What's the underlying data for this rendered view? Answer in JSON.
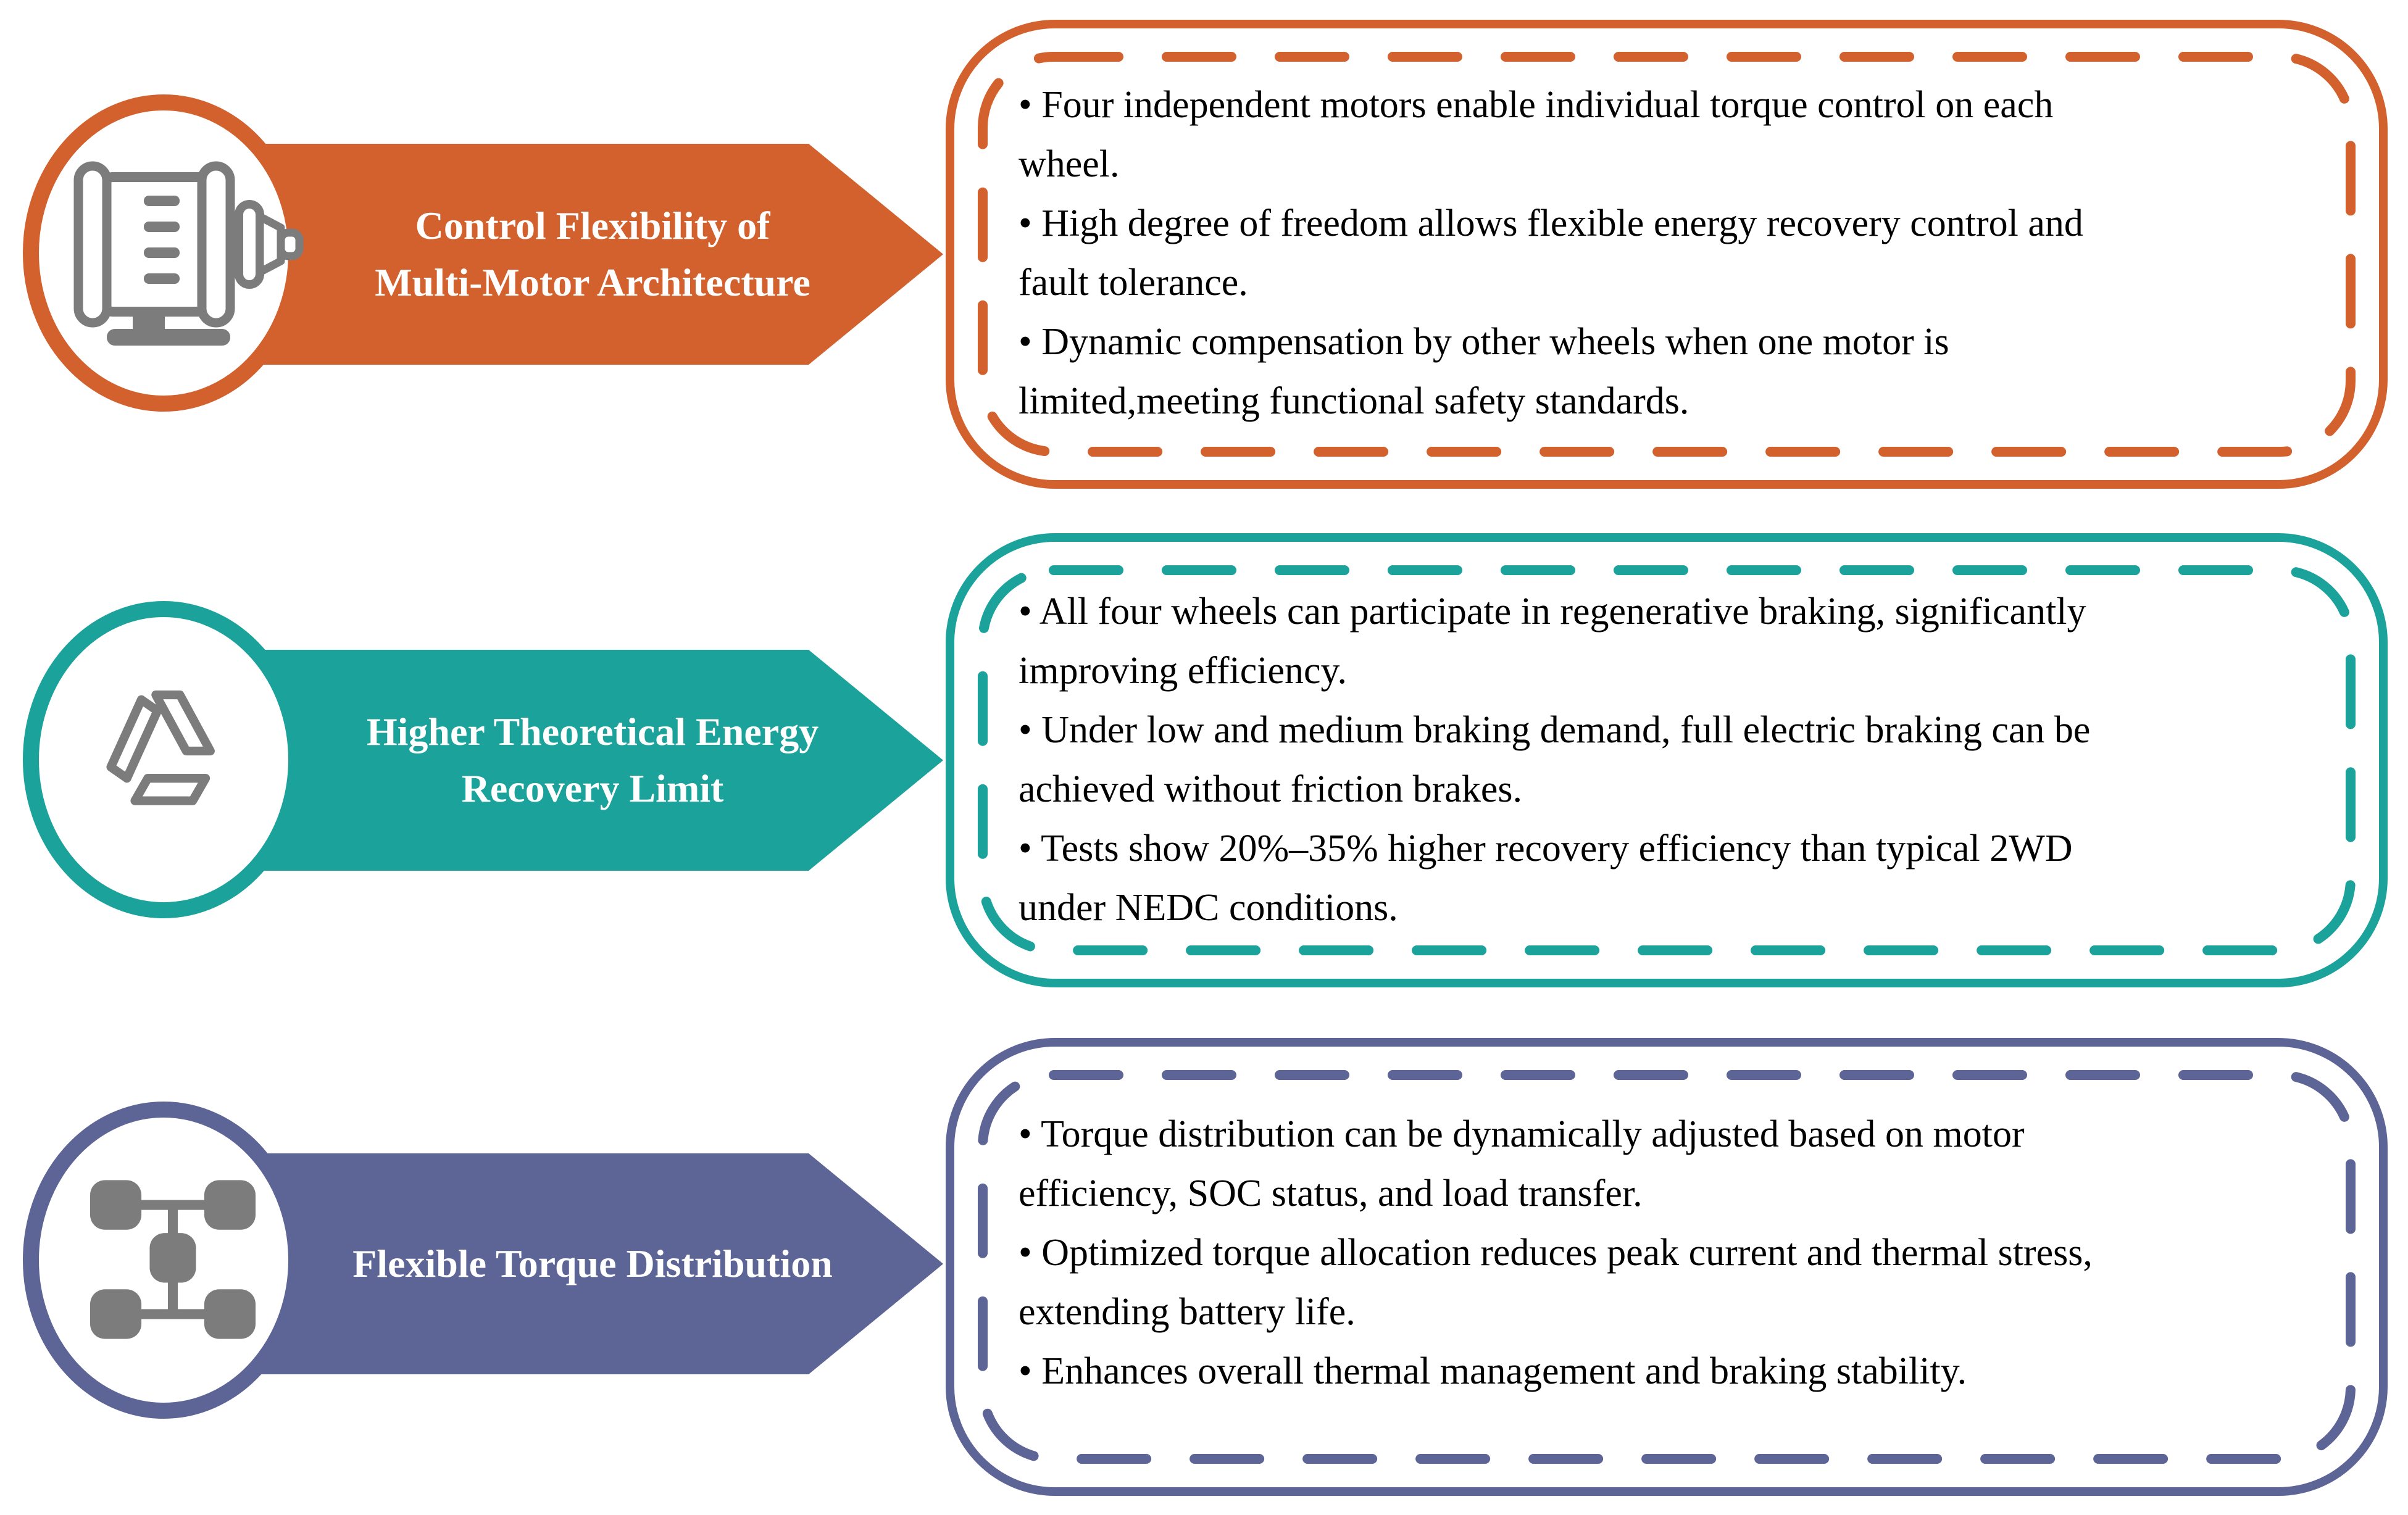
{
  "palette": {
    "icon_gray": "#7C7C7C",
    "background": "#FFFFFF",
    "title_text": "#FFFFFF",
    "body_text": "#000000"
  },
  "rows": [
    {
      "id": "multi-motor-architecture",
      "accent": "#D2612E",
      "icon": "electric-motor-icon",
      "title_lines": [
        "Control Flexibility of",
        "Multi-Motor Architecture"
      ],
      "bullet_lines": [
        "• Four independent motors enable individual torque control on each",
        "wheel.",
        "• High degree of freedom allows flexible energy recovery control and",
        "fault tolerance.",
        "• Dynamic compensation by other wheels when one motor is",
        "limited,meeting functional safety standards."
      ]
    },
    {
      "id": "energy-recovery-limit",
      "accent": "#1AA29B",
      "icon": "drive-triangle-icon",
      "title_lines": [
        "Higher Theoretical Energy",
        "Recovery Limit"
      ],
      "bullet_lines": [
        "• All four wheels can participate in regenerative braking, significantly",
        "improving efficiency.",
        "• Under low and medium braking demand, full electric braking can be",
        "achieved without friction brakes.",
        "• Tests show 20%–35% higher recovery efficiency than typical 2WD",
        "under NEDC conditions."
      ]
    },
    {
      "id": "flexible-torque-distribution",
      "accent": "#5D6496",
      "icon": "vehicle-chassis-icon",
      "title_lines": [
        "Flexible Torque Distribution"
      ],
      "bullet_lines": [
        "• Torque distribution can be dynamically adjusted based on motor",
        "efficiency, SOC status, and load transfer.",
        "• Optimized torque allocation reduces peak current and thermal stress,",
        "extending battery life.",
        "• Enhances overall thermal management and braking stability."
      ]
    }
  ]
}
